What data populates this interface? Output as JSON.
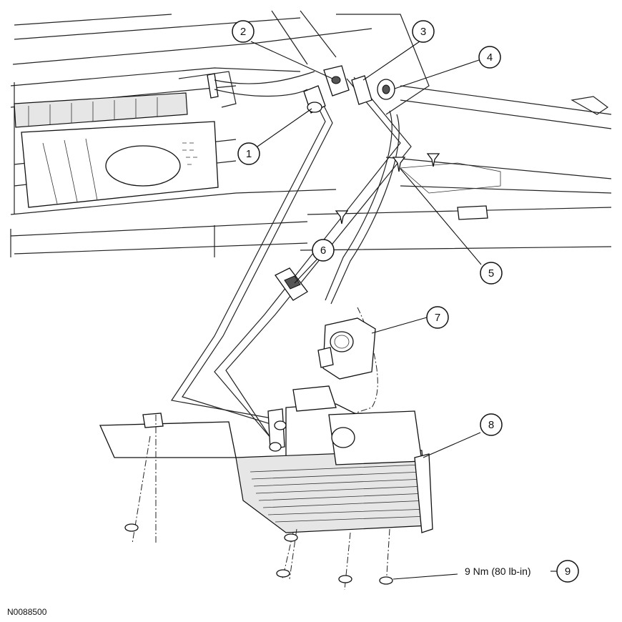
{
  "callouts": [
    {
      "id": "callout-1",
      "label": "1"
    },
    {
      "id": "callout-2",
      "label": "2"
    },
    {
      "id": "callout-3",
      "label": "3"
    },
    {
      "id": "callout-4",
      "label": "4"
    },
    {
      "id": "callout-5",
      "label": "5"
    },
    {
      "id": "callout-6",
      "label": "6"
    },
    {
      "id": "callout-7",
      "label": "7"
    },
    {
      "id": "callout-8",
      "label": "8"
    },
    {
      "id": "callout-9",
      "label": "9"
    }
  ],
  "torque_spec": "9 Nm (80 lb-in)",
  "figure_id": "N0088500"
}
